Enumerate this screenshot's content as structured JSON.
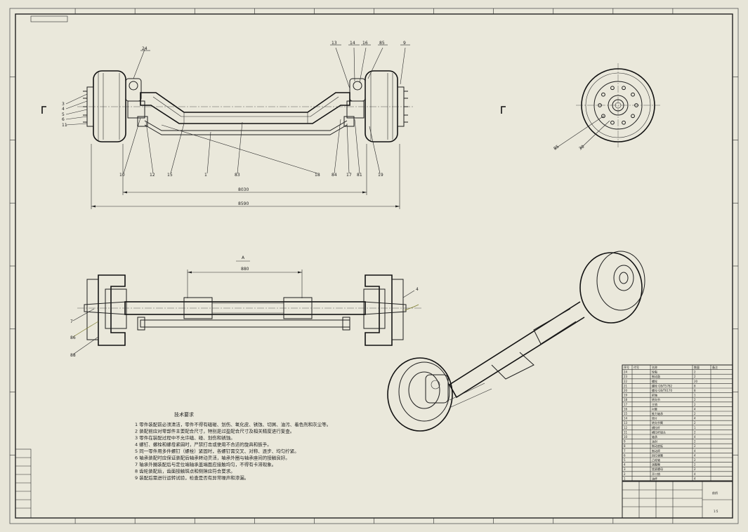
{
  "sheet": {
    "title_stamp": "",
    "background": "#e7e5d8"
  },
  "views": {
    "front_view": {
      "balloons": [
        "3",
        "4",
        "5",
        "6",
        "11",
        "13",
        "14",
        "16",
        "85",
        "9",
        "24",
        "10",
        "12",
        "15",
        "1",
        "83",
        "18",
        "84",
        "17",
        "81",
        "19"
      ],
      "dim_track": "8030",
      "dim_overall": "8590"
    },
    "section_view": {
      "section_label": "A",
      "dim_center": "880",
      "balloons": [
        "7",
        "86",
        "88",
        "4"
      ]
    },
    "side_view": {
      "balloons": [
        "85",
        "30"
      ]
    }
  },
  "tech_notes": {
    "heading": "技术要求",
    "lines": [
      "1 零件装配前必须清洁，零件不得有磕碰、划伤、氧化皮、锈蚀、切屑、油污、着色剂和灰尘等。",
      "2 装配前应对零部件主要配合尺寸，特别是过盈配合尺寸及相关精度进行复查。",
      "3 零件在装配过程中不允许磕、碰、划伤和锈蚀。",
      "4 螺钉、螺栓和螺母紧固时，严禁打击或使用不合适的旋具和扳手。",
      "5 同一零件用多件螺钉（螺栓）紧固时，各螺钉需交叉、对称、逐步、均匀拧紧。",
      "6 轴承装配时应保证装配后轴承转动灵活，轴承外圈与轴承座间的接触良好。",
      "7 轴承外圈装配后与定位端轴承盖端面应接触均匀，不得有卡滞现象。",
      "8 齿轮装配后，齿面接触斑点和侧隙应符合要求。",
      "9 装配后需进行运转试验，检查是否有异常噪声和渗漏。"
    ]
  },
  "bom": {
    "headers": [
      "序号",
      "代号",
      "名称",
      "数量",
      "备注"
    ],
    "rows": [
      [
        "24",
        "",
        "轮毂",
        "2",
        ""
      ],
      [
        "23",
        "",
        "制动鼓",
        "2",
        ""
      ],
      [
        "22",
        "",
        "螺栓",
        "20",
        ""
      ],
      [
        "21",
        "",
        "螺栓 GB/T5782",
        "8",
        ""
      ],
      [
        "20",
        "",
        "螺母 GB/T6170",
        "8",
        ""
      ],
      [
        "19",
        "",
        "前轴",
        "1",
        ""
      ],
      [
        "18",
        "",
        "转向节",
        "2",
        ""
      ],
      [
        "17",
        "",
        "主销",
        "2",
        ""
      ],
      [
        "16",
        "",
        "衬套",
        "4",
        ""
      ],
      [
        "15",
        "",
        "推力轴承",
        "2",
        ""
      ],
      [
        "14",
        "",
        "垫片",
        "4",
        ""
      ],
      [
        "13",
        "",
        "转向节臂",
        "2",
        ""
      ],
      [
        "12",
        "",
        "横拉杆",
        "1",
        ""
      ],
      [
        "11",
        "",
        "横拉杆接头",
        "2",
        ""
      ],
      [
        "10",
        "",
        "轴承",
        "4",
        ""
      ],
      [
        "9",
        "",
        "油封",
        "2",
        ""
      ],
      [
        "8",
        "",
        "制动底板",
        "2",
        ""
      ],
      [
        "7",
        "",
        "制动蹄",
        "4",
        ""
      ],
      [
        "6",
        "",
        "回位弹簧",
        "4",
        ""
      ],
      [
        "5",
        "",
        "凸轮轴",
        "2",
        ""
      ],
      [
        "4",
        "",
        "调整臂",
        "2",
        ""
      ],
      [
        "3",
        "",
        "锁紧螺母",
        "2",
        ""
      ],
      [
        "2",
        "",
        "开口销",
        "4",
        ""
      ],
      [
        "1",
        "",
        "油杯",
        "4",
        ""
      ]
    ]
  },
  "title_block": {
    "drawing_name": "前桥",
    "material": "",
    "scale": "1:5"
  }
}
